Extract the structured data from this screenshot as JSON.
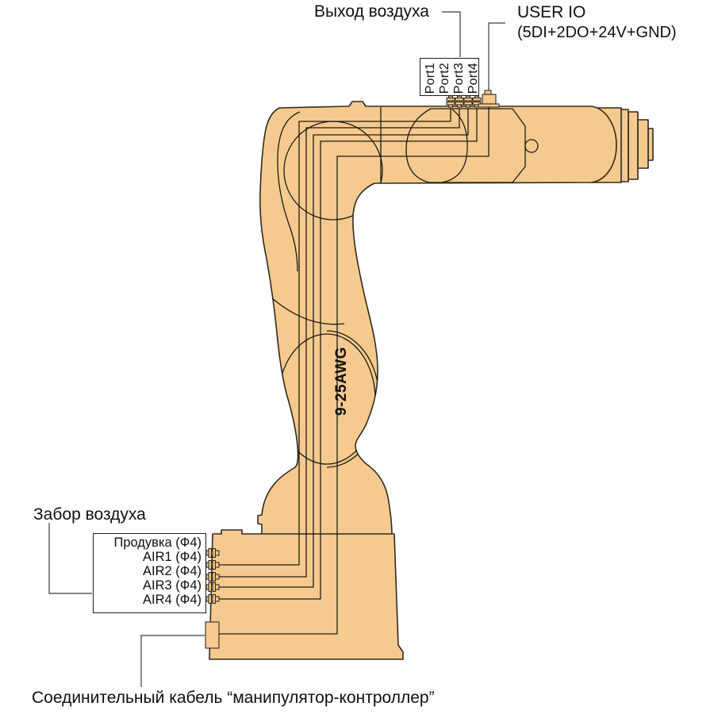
{
  "labels": {
    "air_outlet": "Выход воздуха",
    "user_io_title": "USER IO",
    "user_io_spec": "(5DI+2DO+24V+GND)",
    "air_intake": "Забор воздуха",
    "cable_gauge": "9-25AWG",
    "connecting_cable": "Соединительный кабель “манипулятор-контроллер”"
  },
  "air_outlet_ports": [
    "Port1",
    "Port2",
    "Port3",
    "Port4"
  ],
  "air_intake_ports": [
    "Продувка (Ф4)",
    "AIR1 (Ф4)",
    "AIR2 (Ф4)",
    "AIR3 (Ф4)",
    "AIR4 (Ф4)"
  ],
  "colors": {
    "body": "#F6CA8E",
    "outline": "#2E2B20",
    "cable_line": "#1C1C15",
    "leader_line": "#3C3C3C",
    "box_background": "#FFFFFF"
  }
}
